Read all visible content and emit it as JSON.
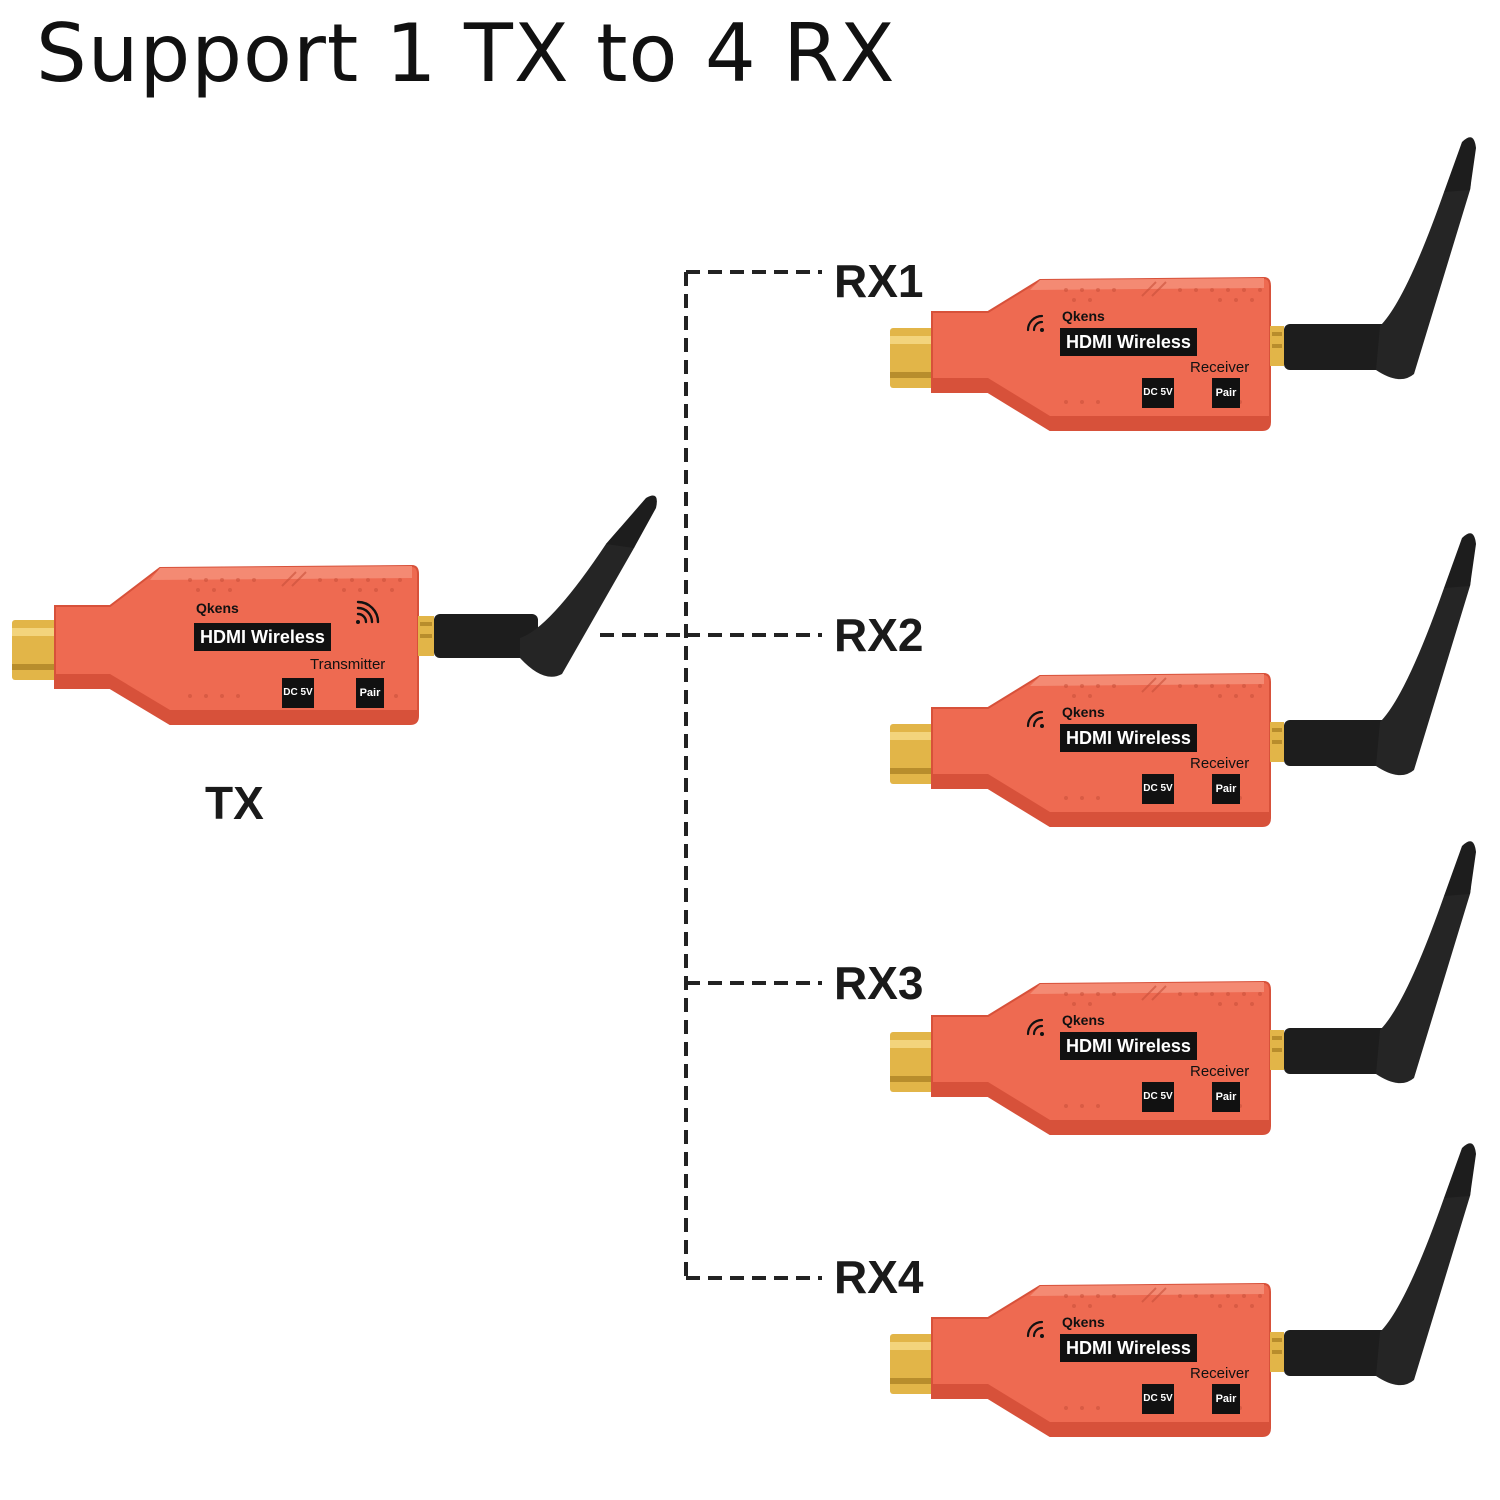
{
  "title": "Support 1 TX to 4 RX",
  "colors": {
    "body": "#ee6a51",
    "body_edge": "#d7513a",
    "body_top": "#f48a73",
    "connector": "#e2b548",
    "antenna": "#1d1d1d",
    "line": "#222222"
  },
  "transmitter": {
    "label": "TX",
    "brand": "Qkens",
    "plate": "HDMI Wireless",
    "role": "Transmitter",
    "power_label": "DC 5V",
    "pair_label": "Pair",
    "icons": [
      "wifi-signal-icon",
      "antenna-icon",
      "hdmi-connector-icon"
    ]
  },
  "receivers": [
    {
      "label": "RX1",
      "brand": "Qkens",
      "plate": "HDMI Wireless",
      "role": "Receiver",
      "power_label": "DC 5V",
      "pair_label": "Pair"
    },
    {
      "label": "RX2",
      "brand": "Qkens",
      "plate": "HDMI Wireless",
      "role": "Receiver",
      "power_label": "DC 5V",
      "pair_label": "Pair"
    },
    {
      "label": "RX3",
      "brand": "Qkens",
      "plate": "HDMI Wireless",
      "role": "Receiver",
      "power_label": "DC 5V",
      "pair_label": "Pair"
    },
    {
      "label": "RX4",
      "brand": "Qkens",
      "plate": "HDMI Wireless",
      "role": "Receiver",
      "power_label": "DC 5V",
      "pair_label": "Pair"
    }
  ]
}
